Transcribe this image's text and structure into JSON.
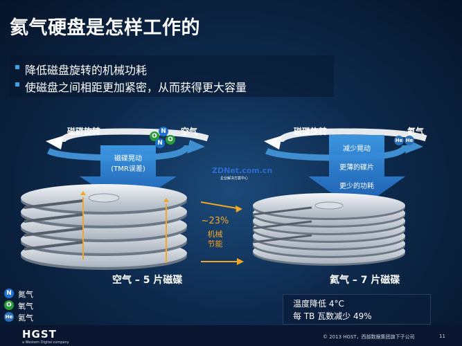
{
  "title": "氦气硬盘是怎样工作的",
  "bullets": [
    "降低磁盘旋转的机械功耗",
    "使磁盘之间相距更加紧密，从而获得更大容量"
  ],
  "left_panel": {
    "spin_label": "磁碟旋转",
    "gas_label": "空气",
    "arrow_lines": [
      "磁碟晃动",
      "(TMR误差)"
    ],
    "caption": "空气 – 5 片磁碟",
    "platters": 5
  },
  "right_panel": {
    "spin_label": "磁碟旋转",
    "gas_label": "氦气",
    "arrow_lines": [
      "减少晃动",
      "更薄的碟片",
      "更少的功耗"
    ],
    "caption": "氦气 – 7 片磁碟",
    "platters": 7
  },
  "saving": {
    "value": "~23%",
    "lines": [
      "机械",
      "节能"
    ]
  },
  "atoms": {
    "n": "N",
    "o": "O",
    "he": "He"
  },
  "legend": [
    {
      "symbol": "N",
      "label": "氮气"
    },
    {
      "symbol": "O",
      "label": "氧气"
    },
    {
      "symbol": "He",
      "label": "氦气"
    }
  ],
  "benefits": [
    "温度降低 4°C",
    "每 TB 瓦数减少 49%"
  ],
  "watermark": {
    "logo": "ZDNet.com.cn",
    "sub": "企业解决方案中心"
  },
  "footer": {
    "brand": "HGST",
    "brand_sub": "a Western Digital company",
    "copyright": "© 2013 HGST，西部数据集团旗下子公司",
    "page": "11"
  },
  "colors": {
    "accent_blue": "#2a8fe0",
    "arrow_orange": "#f5a623",
    "ring_blue": "#3f8fd0"
  }
}
